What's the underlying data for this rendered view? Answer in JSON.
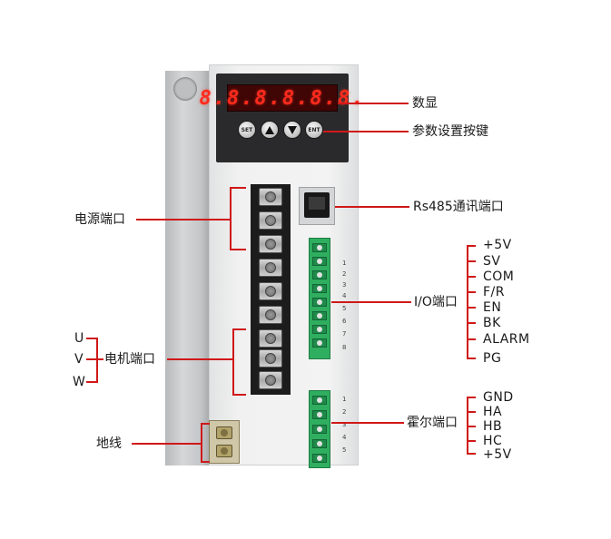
{
  "device": {
    "display_digits": "8.8.8.8.8.8.",
    "keys": {
      "set": "SET",
      "ent": "ENT"
    },
    "io_pin_numbers": [
      "1",
      "2",
      "3",
      "4",
      "5",
      "6",
      "7",
      "8"
    ],
    "hall_pin_numbers": [
      "1",
      "2",
      "3",
      "4",
      "5"
    ]
  },
  "labels": {
    "display": "数显",
    "param_keys": "参数设置按键",
    "power_port": "电源端口",
    "rs485_port": "Rs485通讯端口",
    "io_port": "I/O端口",
    "motor_port": "电机端口",
    "hall_port": "霍尔端口",
    "ground": "地线"
  },
  "io_signals": [
    "+5V",
    "SV",
    "COM",
    "F/R",
    "EN",
    "BK",
    "ALARM",
    "PG"
  ],
  "hall_signals": [
    "GND",
    "HA",
    "HB",
    "HC",
    "+5V"
  ],
  "motor_phases": [
    "U",
    "V",
    "W"
  ],
  "colors": {
    "leader_line": "#d01818",
    "led": "#ff2a1c",
    "terminal_green": "#2fae5f"
  }
}
